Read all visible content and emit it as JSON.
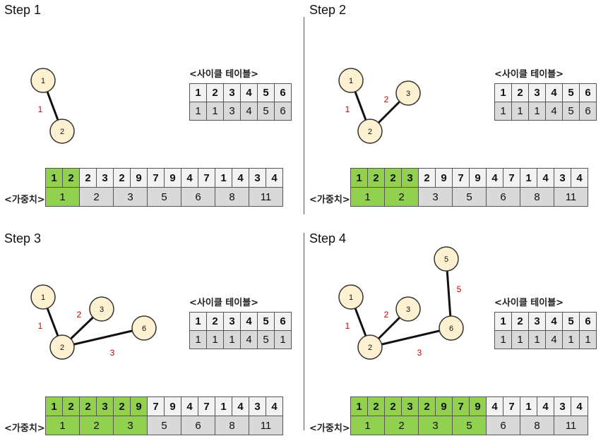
{
  "cycle_table_title": "<사이클 테이블>",
  "weight_label": "<가중치>",
  "weights": [
    "1",
    "2",
    "3",
    "5",
    "6",
    "8",
    "11"
  ],
  "steps": [
    {
      "title": "Step 1",
      "nodes": [
        "1",
        "2"
      ],
      "edges": [
        {
          "from": "1",
          "to": "2",
          "weight": "1"
        }
      ],
      "cycle_header": [
        "1",
        "2",
        "3",
        "4",
        "5",
        "6"
      ],
      "cycle_values": [
        "1",
        "1",
        "3",
        "4",
        "5",
        "6"
      ],
      "edge_pairs": [
        "1",
        "2",
        "2",
        "3",
        "2",
        "9",
        "7",
        "9",
        "4",
        "7",
        "1",
        "4",
        "3",
        "4"
      ],
      "highlight_count": 1
    },
    {
      "title": "Step 2",
      "nodes": [
        "1",
        "2",
        "3"
      ],
      "edges": [
        {
          "from": "1",
          "to": "2",
          "weight": "1"
        },
        {
          "from": "2",
          "to": "3",
          "weight": "2"
        }
      ],
      "cycle_header": [
        "1",
        "2",
        "3",
        "4",
        "5",
        "6"
      ],
      "cycle_values": [
        "1",
        "1",
        "1",
        "4",
        "5",
        "6"
      ],
      "edge_pairs": [
        "1",
        "2",
        "2",
        "3",
        "2",
        "9",
        "7",
        "9",
        "4",
        "7",
        "1",
        "4",
        "3",
        "4"
      ],
      "highlight_count": 2
    },
    {
      "title": "Step 3",
      "nodes": [
        "1",
        "2",
        "3",
        "6"
      ],
      "edges": [
        {
          "from": "1",
          "to": "2",
          "weight": "1"
        },
        {
          "from": "2",
          "to": "3",
          "weight": "2"
        },
        {
          "from": "2",
          "to": "6",
          "weight": "3"
        }
      ],
      "cycle_header": [
        "1",
        "2",
        "3",
        "4",
        "5",
        "6"
      ],
      "cycle_values": [
        "1",
        "1",
        "1",
        "4",
        "5",
        "1"
      ],
      "edge_pairs": [
        "1",
        "2",
        "2",
        "3",
        "2",
        "9",
        "7",
        "9",
        "4",
        "7",
        "1",
        "4",
        "3",
        "4"
      ],
      "highlight_count": 3
    },
    {
      "title": "Step 4",
      "nodes": [
        "1",
        "2",
        "3",
        "6",
        "5"
      ],
      "edges": [
        {
          "from": "1",
          "to": "2",
          "weight": "1"
        },
        {
          "from": "2",
          "to": "3",
          "weight": "2"
        },
        {
          "from": "2",
          "to": "6",
          "weight": "3"
        },
        {
          "from": "6",
          "to": "5",
          "weight": "5"
        }
      ],
      "cycle_header": [
        "1",
        "2",
        "3",
        "4",
        "5",
        "6"
      ],
      "cycle_values": [
        "1",
        "1",
        "1",
        "4",
        "1",
        "1"
      ],
      "edge_pairs": [
        "1",
        "2",
        "2",
        "3",
        "2",
        "9",
        "7",
        "9",
        "4",
        "7",
        "1",
        "4",
        "3",
        "4"
      ],
      "highlight_count": 4
    }
  ],
  "colors": {
    "node_fill": "#fdf1d2",
    "edge_weight": "#cc0000",
    "highlight": "#92d050"
  }
}
